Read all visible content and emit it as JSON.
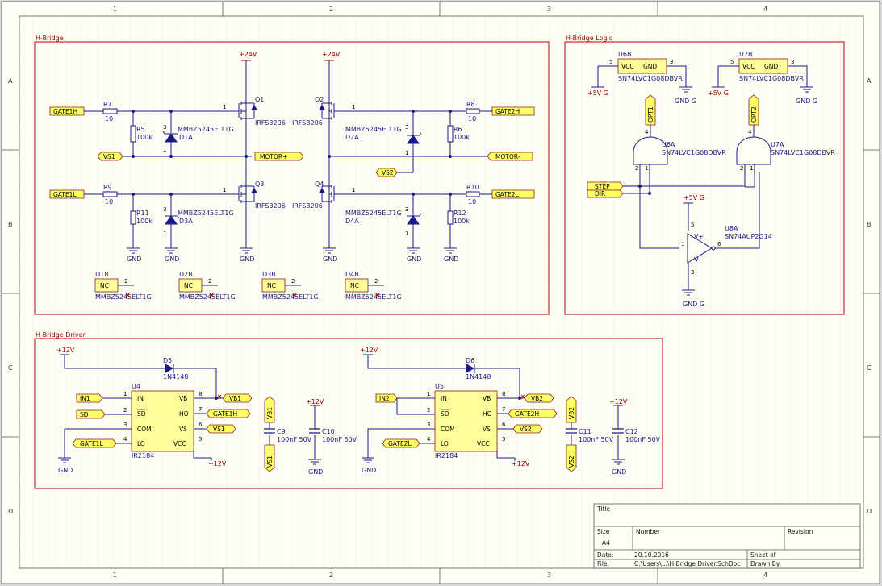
{
  "zones": {
    "cols": [
      "1",
      "2",
      "3",
      "4"
    ],
    "rows": [
      "A",
      "B",
      "C",
      "D"
    ]
  },
  "sections": {
    "hbridge": "H-Bridge",
    "logic": "H-Bridge Logic",
    "driver": "H-Bridge Driver"
  },
  "power": {
    "p24": "+24V",
    "p12": "+12V",
    "p5g": "+5V G",
    "gnd": "GND",
    "gndg": "GND G"
  },
  "nets": {
    "gate1h": "GATE1H",
    "gate1l": "GATE1L",
    "gate2h": "GATE2H",
    "gate2l": "GATE2L",
    "vs1": "VS1",
    "vs2": "VS2",
    "vb1": "VB1",
    "vb2": "VB2",
    "motorp": "MOTOR+",
    "motorm": "MOTOR-",
    "in1": "IN1",
    "in2": "IN2",
    "sd": "SD",
    "step": "STEP",
    "dir": "DIR",
    "opt1": "OPT1",
    "opt2": "OPT2"
  },
  "parts": {
    "mosfet": "IRFS3206",
    "zener": "MMBZ5245ELT1G",
    "gate": "SN74LVC1G08DBVR",
    "comp": "SN74AUP2G14",
    "driver": "IR2184",
    "diode": "1N4148",
    "r10": "10",
    "r100k": "100k",
    "cap": "100nF 50V",
    "nc": "NC"
  },
  "refs": {
    "q1": "Q1",
    "q2": "Q2",
    "q3": "Q3",
    "q4": "Q4",
    "r5": "R5",
    "r6": "R6",
    "r7": "R7",
    "r8": "R8",
    "r9": "R9",
    "r10": "R10",
    "r11": "R11",
    "r12": "R12",
    "d1a": "D1A",
    "d2a": "D2A",
    "d3a": "D3A",
    "d4a": "D4A",
    "d1b": "D1B",
    "d2b": "D2B",
    "d3b": "D3B",
    "d4b": "D4B",
    "u6a": "U6A",
    "u7a": "U7A",
    "u6b": "U6B",
    "u7b": "U7B",
    "u8a": "U8A",
    "u4": "U4",
    "u5": "U5",
    "d5": "D5",
    "d6": "D6",
    "c9": "C9",
    "c10": "C10",
    "c11": "C11",
    "c12": "C12"
  },
  "pins": {
    "vcc": "VCC",
    "gnd": "GND",
    "in": "IN",
    "sd": "SD",
    "com": "COM",
    "lo": "LO",
    "vb": "VB",
    "ho": "HO",
    "vs": "VS",
    "vccr": "VCC",
    "vp": "V+",
    "vm": "V-"
  },
  "title_block": {
    "title": "Title",
    "size": "Size",
    "size_val": "A4",
    "number": "Number",
    "revision": "Revision",
    "date": "Date:",
    "date_val": "20.10.2016",
    "file": "File:",
    "file_val": "C:\\Users\\...\\H-Bridge Driver.SchDoc",
    "sheet": "Sheet    of",
    "drawn": "Drawn By:"
  }
}
